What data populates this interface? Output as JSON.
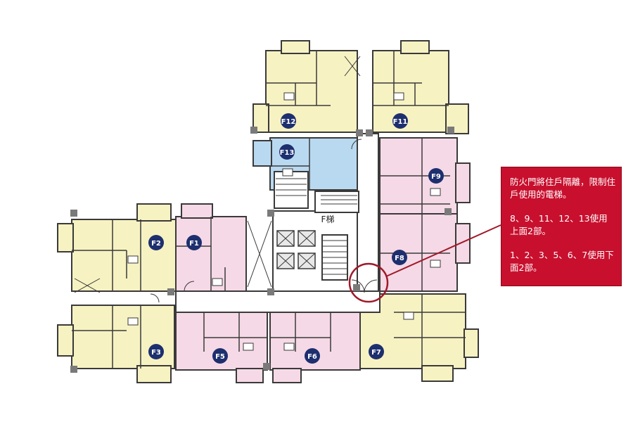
{
  "colors": {
    "yellow_unit": "#f7f2c2",
    "pink_unit": "#f6d9e6",
    "blue_unit": "#b9d9f0",
    "wall": "#3a3a3a",
    "corridor": "#ffffff",
    "badge": "#1d2f6e",
    "callout_bg": "#c8102e",
    "highlight": "#a0192a"
  },
  "units": [
    {
      "id": "F1",
      "label": "F1",
      "color": "pink"
    },
    {
      "id": "F2",
      "label": "F2",
      "color": "yellow"
    },
    {
      "id": "F3",
      "label": "F3",
      "color": "yellow"
    },
    {
      "id": "F5",
      "label": "F5",
      "color": "pink"
    },
    {
      "id": "F6",
      "label": "F6",
      "color": "pink"
    },
    {
      "id": "F7",
      "label": "F7",
      "color": "yellow"
    },
    {
      "id": "F8",
      "label": "F8",
      "color": "pink"
    },
    {
      "id": "F9",
      "label": "F9",
      "color": "pink"
    },
    {
      "id": "F11",
      "label": "F11",
      "color": "yellow"
    },
    {
      "id": "F12",
      "label": "F12",
      "color": "yellow"
    },
    {
      "id": "F13",
      "label": "F13",
      "color": "blue"
    }
  ],
  "elevator_label": "F梯",
  "callout": {
    "line1": "防火門將住戶隔離，限制住戶使用的電梯。",
    "line2": "8、9、11、12、13使用上面2部。",
    "line3": "1、2、3、5、6、7使用下面2部。"
  }
}
